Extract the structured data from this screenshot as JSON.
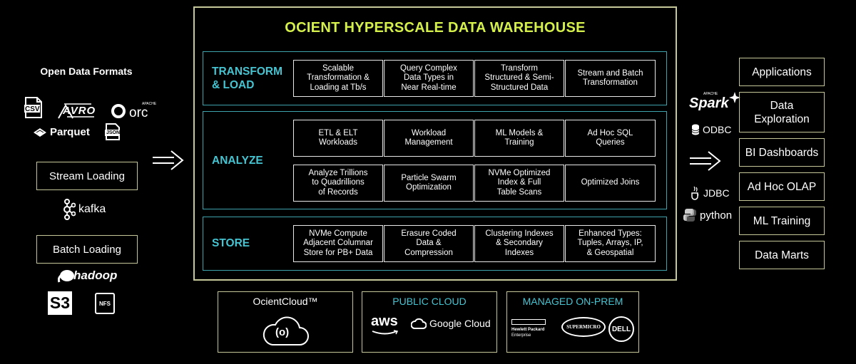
{
  "warehouse": {
    "title": "OCIENT HYPERSCALE DATA WAREHOUSE"
  },
  "left": {
    "title": "Open Data Formats",
    "formats": {
      "csv": "CSV",
      "avro": "AVRO",
      "orc": "orc",
      "orc_small": "APACHE",
      "parquet": "Parquet",
      "json": "JSON"
    },
    "stream_loading": "Stream Loading",
    "kafka": "kafka",
    "batch_loading": "Batch Loading",
    "hadoop": "hadoop",
    "s3": "S3",
    "nfs": "NFS"
  },
  "sections": {
    "transform": {
      "label": "TRANSFORM\n& LOAD",
      "cells": [
        "Scalable\nTransformation &\nLoading at Tb/s",
        "Query Complex\nData Types in\nNear Real-time",
        "Transform\nStructured & Semi-\nStructured Data",
        "Stream and Batch\nTransformation"
      ]
    },
    "analyze": {
      "label": "ANALYZE",
      "cells": [
        "ETL & ELT\nWorkloads",
        "Workload\nManagement",
        "ML Models &\nTraining",
        "Ad Hoc SQL\nQueries",
        "Analyze Trillions\nto Quadrillions\nof Records",
        "Particle Swarm\nOptimization",
        "NVMe Optimized\nIndex & Full\nTable Scans",
        "Optimized Joins"
      ]
    },
    "store": {
      "label": "STORE",
      "cells": [
        "NVMe Compute\nAdjacent Columnar\nStore for PB+ Data",
        "Erasure Coded\nData &\nCompression",
        "Clustering Indexes\n& Secondary\nIndexes",
        "Enhanced Types:\nTuples, Arrays, IP,\n& Geospatial"
      ]
    }
  },
  "deploy": {
    "ocient_cloud": "OcientCloud™",
    "ocient_cloud_logo": "(o)",
    "public_cloud": "PUBLIC CLOUD",
    "aws": "aws",
    "google": "Google Cloud",
    "managed": "MANAGED ON-PREM",
    "hpe_line1": "Hewlett Packard",
    "hpe_line2": "Enterprise",
    "supermicro": "SUPERMICRO",
    "dell": "DELL"
  },
  "connectors": {
    "spark": "Spark",
    "spark_small": "APACHE",
    "odbc": "ODBC",
    "jdbc": "JDBC",
    "python": "python"
  },
  "outputs": [
    "Applications",
    "Data\nExploration",
    "BI Dashboards",
    "Ad Hoc OLAP",
    "ML Training",
    "Data Marts"
  ],
  "colors": {
    "title": "#d6f04b",
    "accent": "#45c4d2",
    "frame": "#c7c89a",
    "section_border": "#3fa3ad"
  }
}
